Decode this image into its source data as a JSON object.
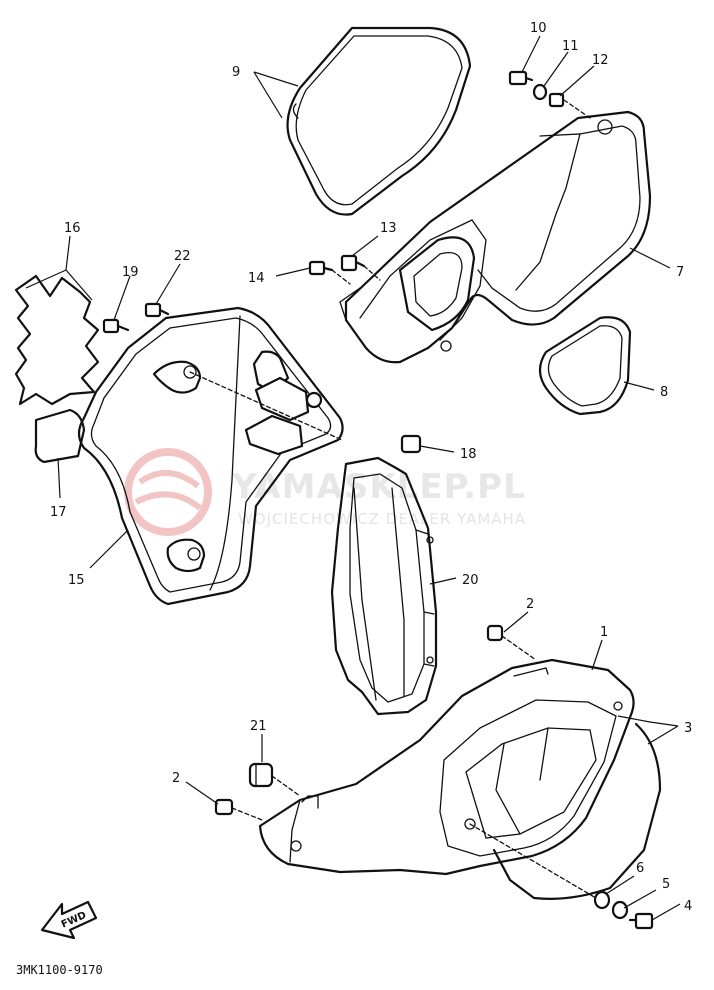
{
  "diagram": {
    "watermark": {
      "title": "YAMASKLEP.PL",
      "subtitle": "WOJCIECHOWICZ DEALER YAMAHA"
    },
    "direction_arrow": "FWD",
    "drawing_code": "3MK1100-9170",
    "callouts": {
      "c1": "1",
      "c2a": "2",
      "c2b": "2",
      "c3": "3",
      "c4": "4",
      "c5": "5",
      "c6": "6",
      "c7": "7",
      "c8": "8",
      "c9": "9",
      "c10": "10",
      "c11": "11",
      "c12": "12",
      "c13": "13",
      "c14": "14",
      "c15": "15",
      "c16": "16",
      "c17": "17",
      "c18": "18",
      "c19": "19",
      "c20": "20",
      "c21": "21",
      "c22": "22"
    }
  }
}
